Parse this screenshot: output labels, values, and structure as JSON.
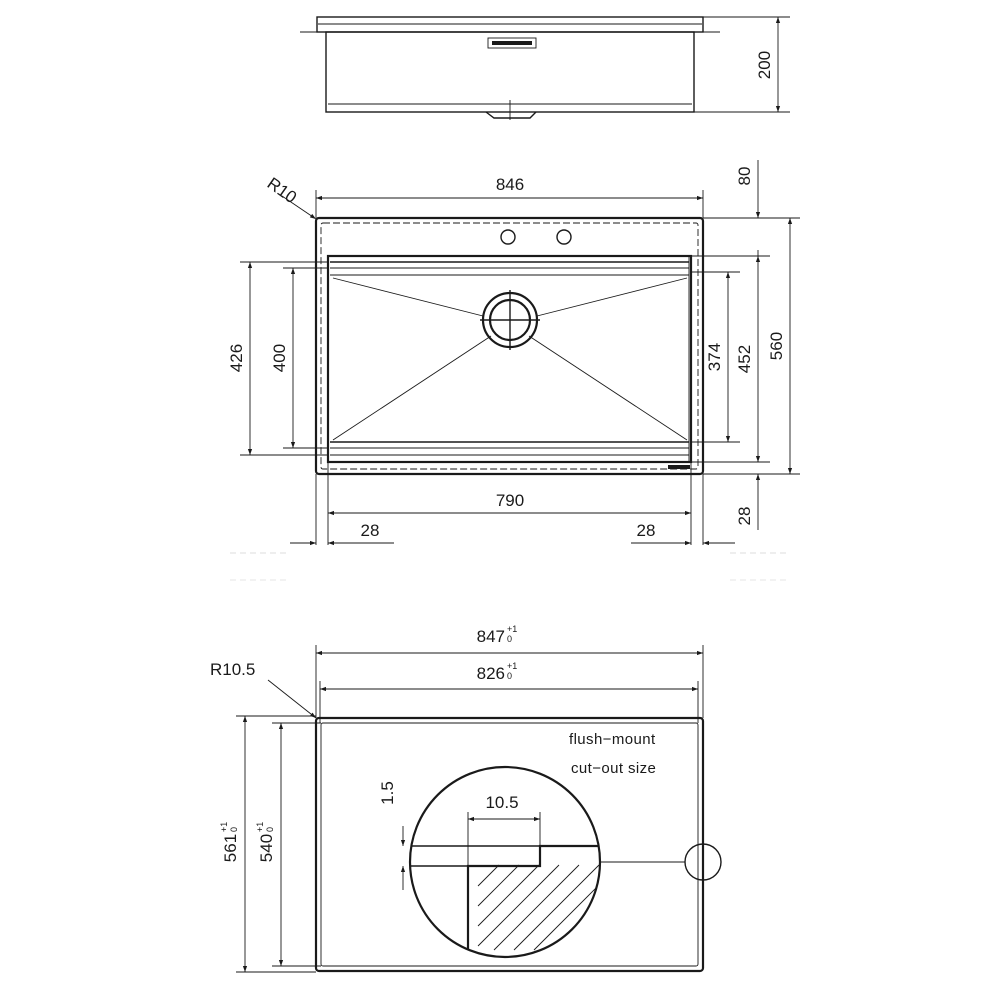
{
  "side_view": {
    "height_dim": "200"
  },
  "top_view": {
    "corner_radius": "R10",
    "overall_width": "846",
    "bowl_width": "790",
    "margin_left": "28",
    "margin_right": "28",
    "margin_bottom": "28",
    "top_rim": "80",
    "overall_depth": "560",
    "bowl_depth_452": "452",
    "bowl_depth_374": "374",
    "inner_depth_400": "400",
    "inner_depth_426": "426"
  },
  "cutout_view": {
    "corner_radius": "R10.5",
    "outer_width": "847",
    "outer_width_tol_upper": "+1",
    "outer_width_tol_lower": "0",
    "inner_width": "826",
    "inner_width_tol_upper": "+1",
    "inner_width_tol_lower": "0",
    "outer_depth": "561",
    "outer_depth_tol_upper": "+1",
    "outer_depth_tol_lower": "0",
    "inner_depth": "540",
    "inner_depth_tol_upper": "+1",
    "inner_depth_tol_lower": "0",
    "note_line1": "flush−mount",
    "note_line2": "cut−out size",
    "detail_step_depth": "1.5",
    "detail_step_width": "10.5"
  }
}
